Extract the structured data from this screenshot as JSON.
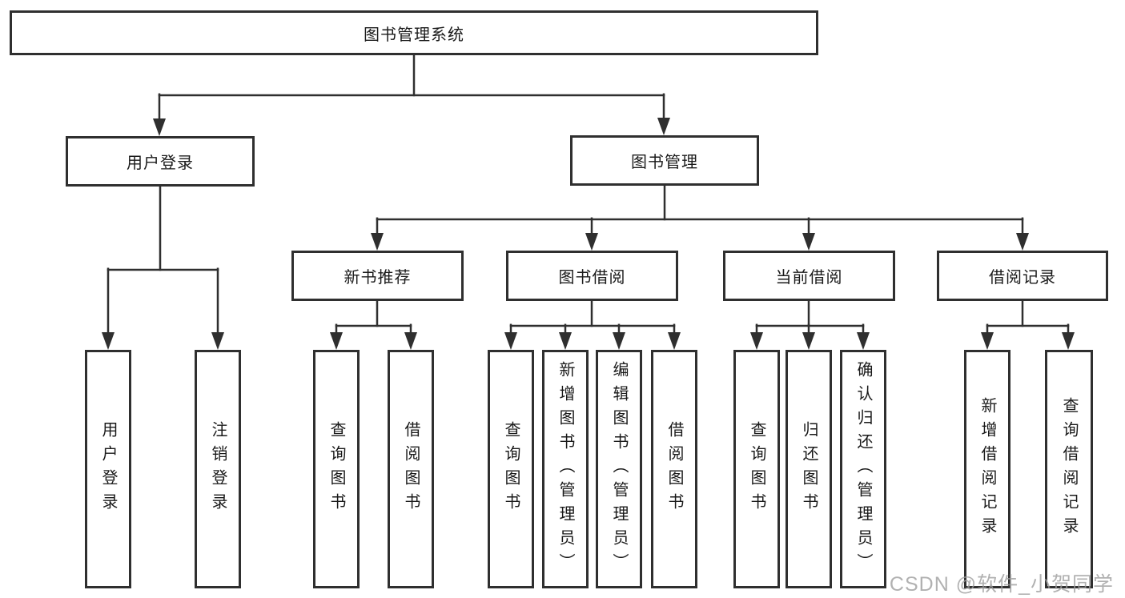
{
  "diagram": {
    "root": {
      "label": "图书管理系统"
    },
    "level2": [
      {
        "id": "user-login",
        "label": "用户登录"
      },
      {
        "id": "book-management",
        "label": "图书管理"
      }
    ],
    "level3": [
      {
        "id": "new-book-recommendation",
        "label": "新书推荐"
      },
      {
        "id": "book-borrowing",
        "label": "图书借阅"
      },
      {
        "id": "current-borrowing",
        "label": "当前借阅"
      },
      {
        "id": "borrowing-records",
        "label": "借阅记录"
      }
    ],
    "leaves": [
      {
        "parent": "user-login",
        "label": "用户登录"
      },
      {
        "parent": "user-login",
        "label": "注销登录"
      },
      {
        "parent": "new-book-recommendation",
        "label": "查询图书"
      },
      {
        "parent": "new-book-recommendation",
        "label": "借阅图书"
      },
      {
        "parent": "book-borrowing",
        "label": "查询图书"
      },
      {
        "parent": "book-borrowing",
        "label": "新增图书（管理员）"
      },
      {
        "parent": "book-borrowing",
        "label": "编辑图书（管理员）"
      },
      {
        "parent": "book-borrowing",
        "label": "借阅图书"
      },
      {
        "parent": "current-borrowing",
        "label": "查询图书"
      },
      {
        "parent": "current-borrowing",
        "label": "归还图书"
      },
      {
        "parent": "current-borrowing",
        "label": "确认归还（管理员）"
      },
      {
        "parent": "borrowing-records",
        "label": "新增借阅记录"
      },
      {
        "parent": "borrowing-records",
        "label": "查询借阅记录"
      }
    ],
    "watermark": "CSDN @软件_小贺同学",
    "colors": {
      "line": "#2f2f2f",
      "box_border": "#2f2f2f",
      "box_fill": "#ffffff",
      "text": "#1a1a1a",
      "watermark": "#9e9e9e",
      "background": "#ffffff"
    }
  }
}
